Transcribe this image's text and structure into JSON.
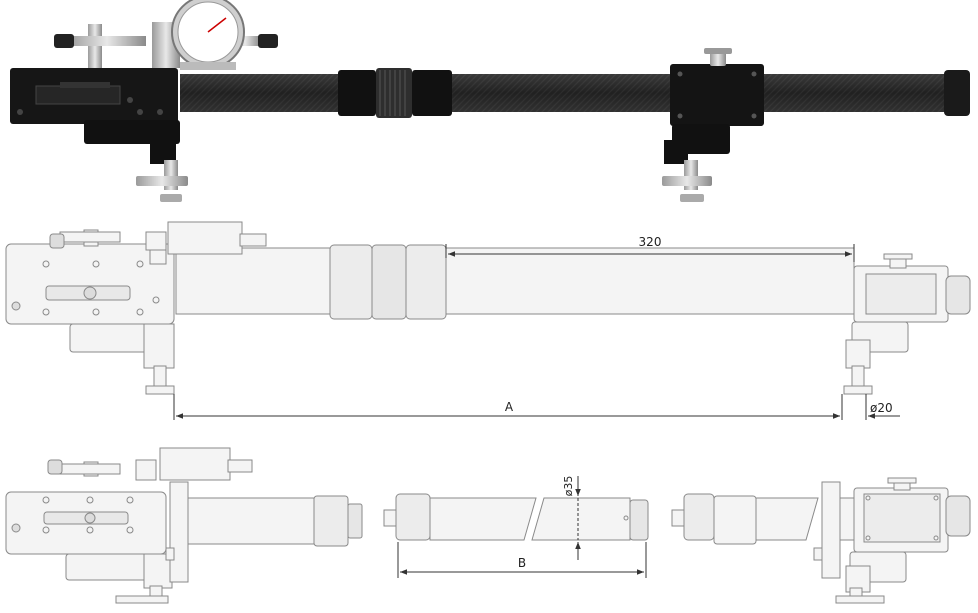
{
  "dimensions": {
    "length_320": "320",
    "label_a": "A",
    "dia_20": "ø20",
    "dia_35": "ø35",
    "label_b": "B"
  },
  "colors": {
    "outline": "#8a8a8a",
    "fill_light": "#f4f4f4",
    "fill_mid": "#e6e6e6",
    "fill_dark": "#d2d2d2",
    "carbon": "#2a2a2a",
    "body_black": "#151515",
    "dim_line": "#333333"
  },
  "icons": {
    "photo": "bore-gauge-photo",
    "drawing": "technical-drawing"
  }
}
